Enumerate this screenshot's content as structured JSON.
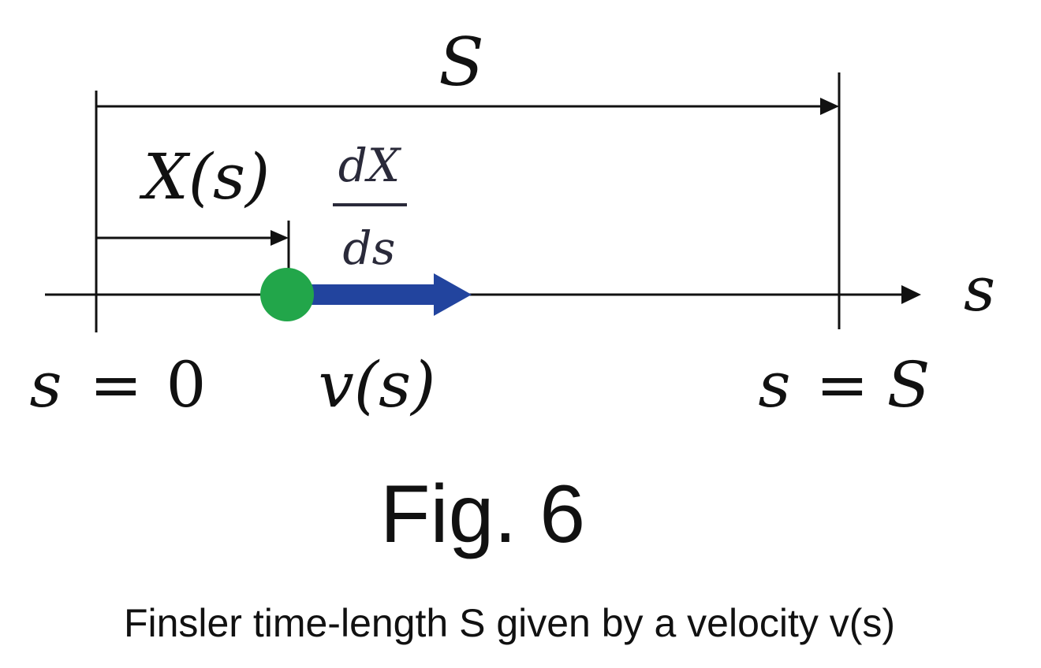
{
  "diagram": {
    "labels": {
      "total_length": "S",
      "position": "X(s)",
      "derivative_numerator": "dX",
      "derivative_denominator": "ds",
      "axis_variable": "s",
      "start_condition_var": "s",
      "start_condition_eq": "=",
      "start_condition_val": "0",
      "velocity": "v(s)",
      "end_condition_var": "s",
      "end_condition_eq": "=",
      "end_condition_val": "S"
    },
    "colors": {
      "line": "#111111",
      "particle": "#22a64a",
      "velocity_arrow": "#22449e",
      "fraction_bar": "#2a2a3a"
    }
  },
  "figure_label": "Fig. 6",
  "caption": "Finsler time-length S given by a velocity v(s)"
}
